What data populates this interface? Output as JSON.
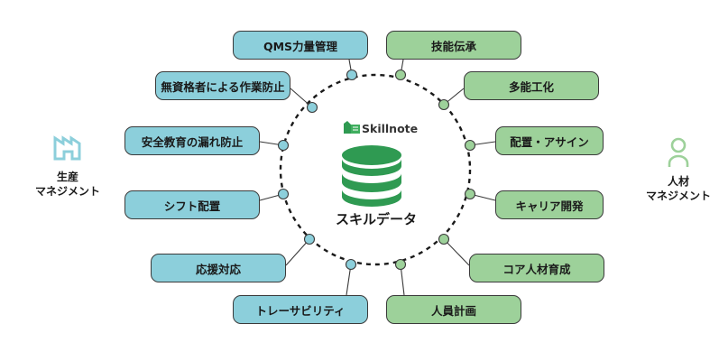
{
  "center": {
    "logo_text": "Skillnote",
    "label": "スキルデータ",
    "logo_icon": "skillnote-logo-icon",
    "db_icon": "database-icon",
    "db_color": "#2f9a52"
  },
  "left_group": {
    "label_line1": "生産",
    "label_line2": "マネジメント",
    "icon": "factory-icon",
    "color": "#8ccfdb"
  },
  "right_group": {
    "label_line1": "人材",
    "label_line2": "マネジメント",
    "icon": "person-icon",
    "color": "#9dd19a"
  },
  "left_items": [
    {
      "label": "QMS力量管理"
    },
    {
      "label": "無資格者による作業防止"
    },
    {
      "label": "安全教育の漏れ防止"
    },
    {
      "label": "シフト配置"
    },
    {
      "label": "応援対応"
    },
    {
      "label": "トレーサビリティ"
    }
  ],
  "right_items": [
    {
      "label": "技能伝承"
    },
    {
      "label": "多能工化"
    },
    {
      "label": "配置・アサイン"
    },
    {
      "label": "キャリア開発"
    },
    {
      "label": "コア人材育成"
    },
    {
      "label": "人員計画"
    }
  ]
}
